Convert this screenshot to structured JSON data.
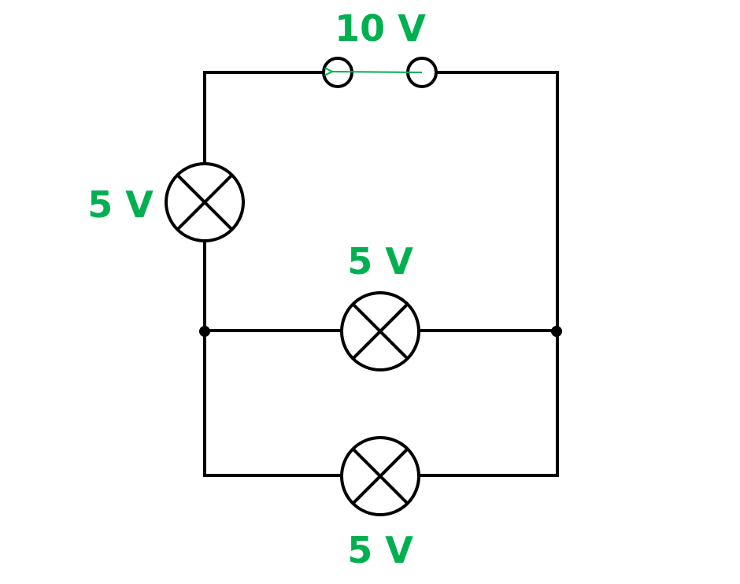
{
  "colors": {
    "wire": "#000000",
    "label": "#00b050",
    "arrow": "#00b050"
  },
  "source": {
    "label": "10 V"
  },
  "lamps": [
    {
      "label": "5 V"
    },
    {
      "label": "5 V"
    },
    {
      "label": "5 V"
    }
  ]
}
